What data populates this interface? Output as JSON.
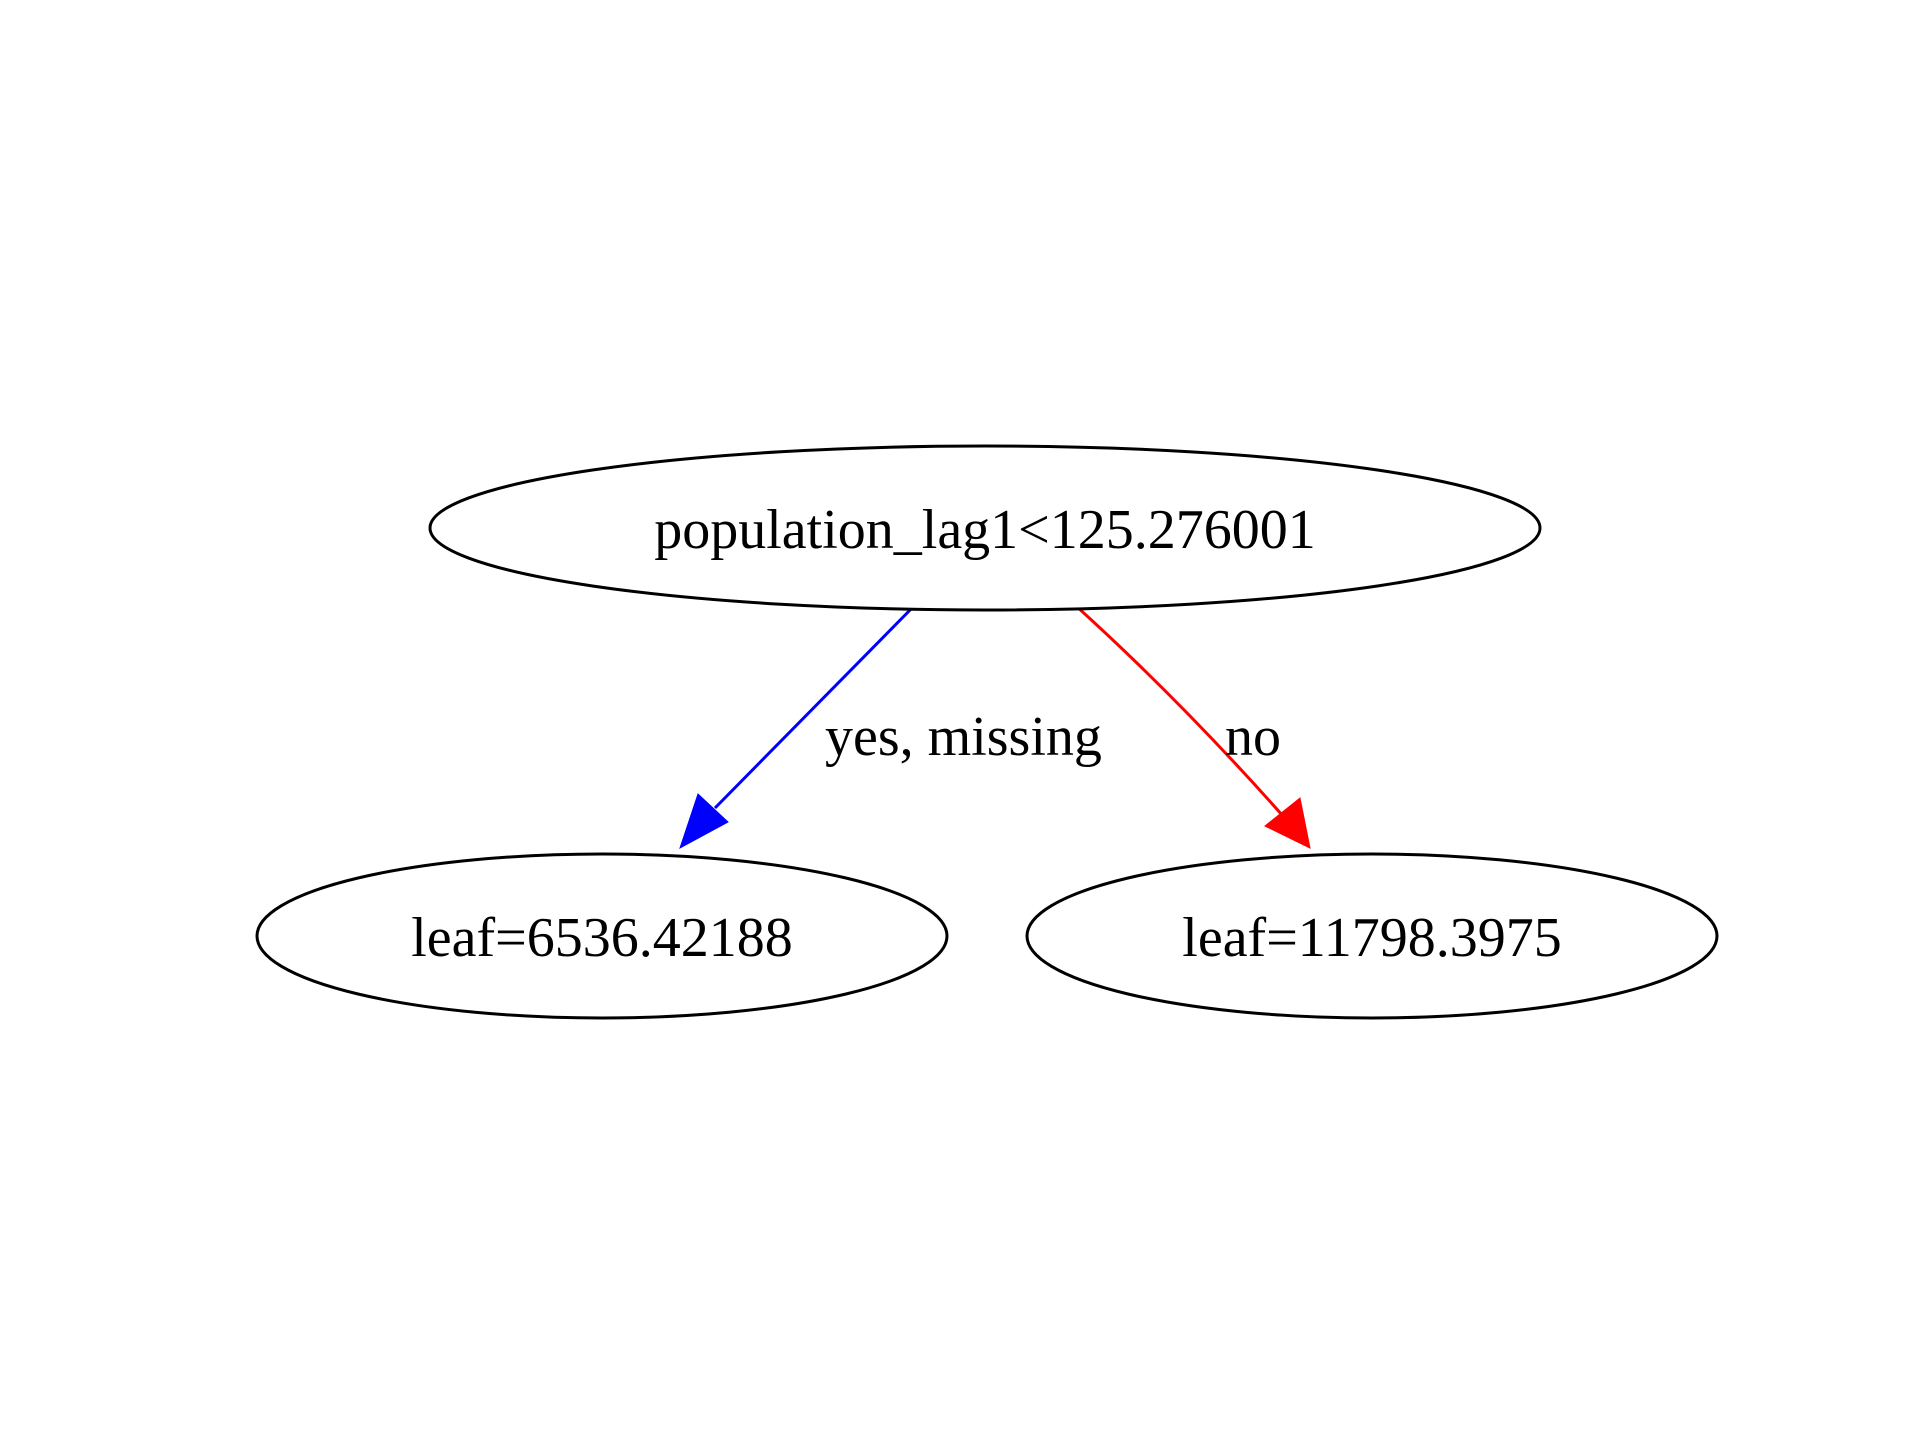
{
  "tree": {
    "root": {
      "label": "population_lag1<125.276001"
    },
    "leaf_left": {
      "label": "leaf=6536.42188"
    },
    "leaf_right": {
      "label": "leaf=11798.3975"
    },
    "edges": {
      "yes": {
        "label": "yes, missing",
        "color": "#0000ff"
      },
      "no": {
        "label": "no",
        "color": "#ff0000"
      }
    }
  }
}
